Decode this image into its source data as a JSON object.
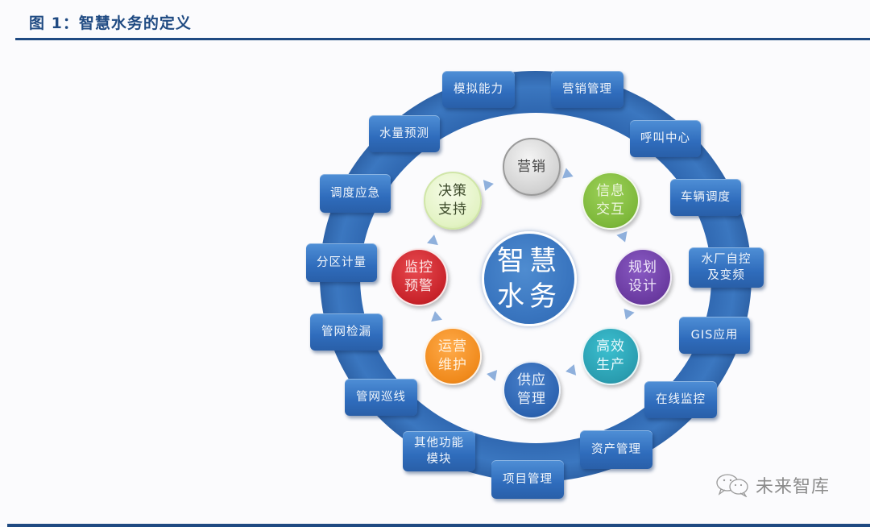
{
  "figure": {
    "title": "图 1：智慧水务的定义"
  },
  "center": {
    "label": "智慧\n水务",
    "color": "#3a76c0"
  },
  "inner_cycle": [
    {
      "label": "营销",
      "color": "#c9c9c9",
      "text_color": "#444444"
    },
    {
      "label": "信息\n交互",
      "color": "#7db83a",
      "text_color": "#eef6e0"
    },
    {
      "label": "规划\n设计",
      "color": "#6a3aa0",
      "text_color": "#f0e8fa"
    },
    {
      "label": "高效\n生产",
      "color": "#2a9db0",
      "text_color": "#e8f8fb"
    },
    {
      "label": "供应\n管理",
      "color": "#2c63b0",
      "text_color": "#eef3fb"
    },
    {
      "label": "运营\n维护",
      "color": "#f08a1c",
      "text_color": "#fff1dd"
    },
    {
      "label": "监控\n预警",
      "color": "#c8232a",
      "text_color": "#fde9e9"
    },
    {
      "label": "决策\n支持",
      "color": "#e3f3c4",
      "text_color": "#3c4a2a"
    }
  ],
  "outer_ring": {
    "color": "#3a73bb",
    "boxes": [
      {
        "label": "模拟能力"
      },
      {
        "label": "营销管理"
      },
      {
        "label": "呼叫中心"
      },
      {
        "label": "车辆调度"
      },
      {
        "label": "水厂自控\n及变频"
      },
      {
        "label": "GIS应用"
      },
      {
        "label": "在线监控"
      },
      {
        "label": "资产管理"
      },
      {
        "label": "项目管理"
      },
      {
        "label": "其他功能\n模块"
      },
      {
        "label": "管网巡线"
      },
      {
        "label": "管网检漏"
      },
      {
        "label": "分区计量"
      },
      {
        "label": "调度应急"
      },
      {
        "label": "水量预测"
      }
    ]
  },
  "watermark": {
    "icon": "wechat-icon",
    "label": "未来智库"
  },
  "colors": {
    "title": "#1f4a82",
    "rule": "#1f4a82",
    "arrow": "#8fb0dc"
  }
}
